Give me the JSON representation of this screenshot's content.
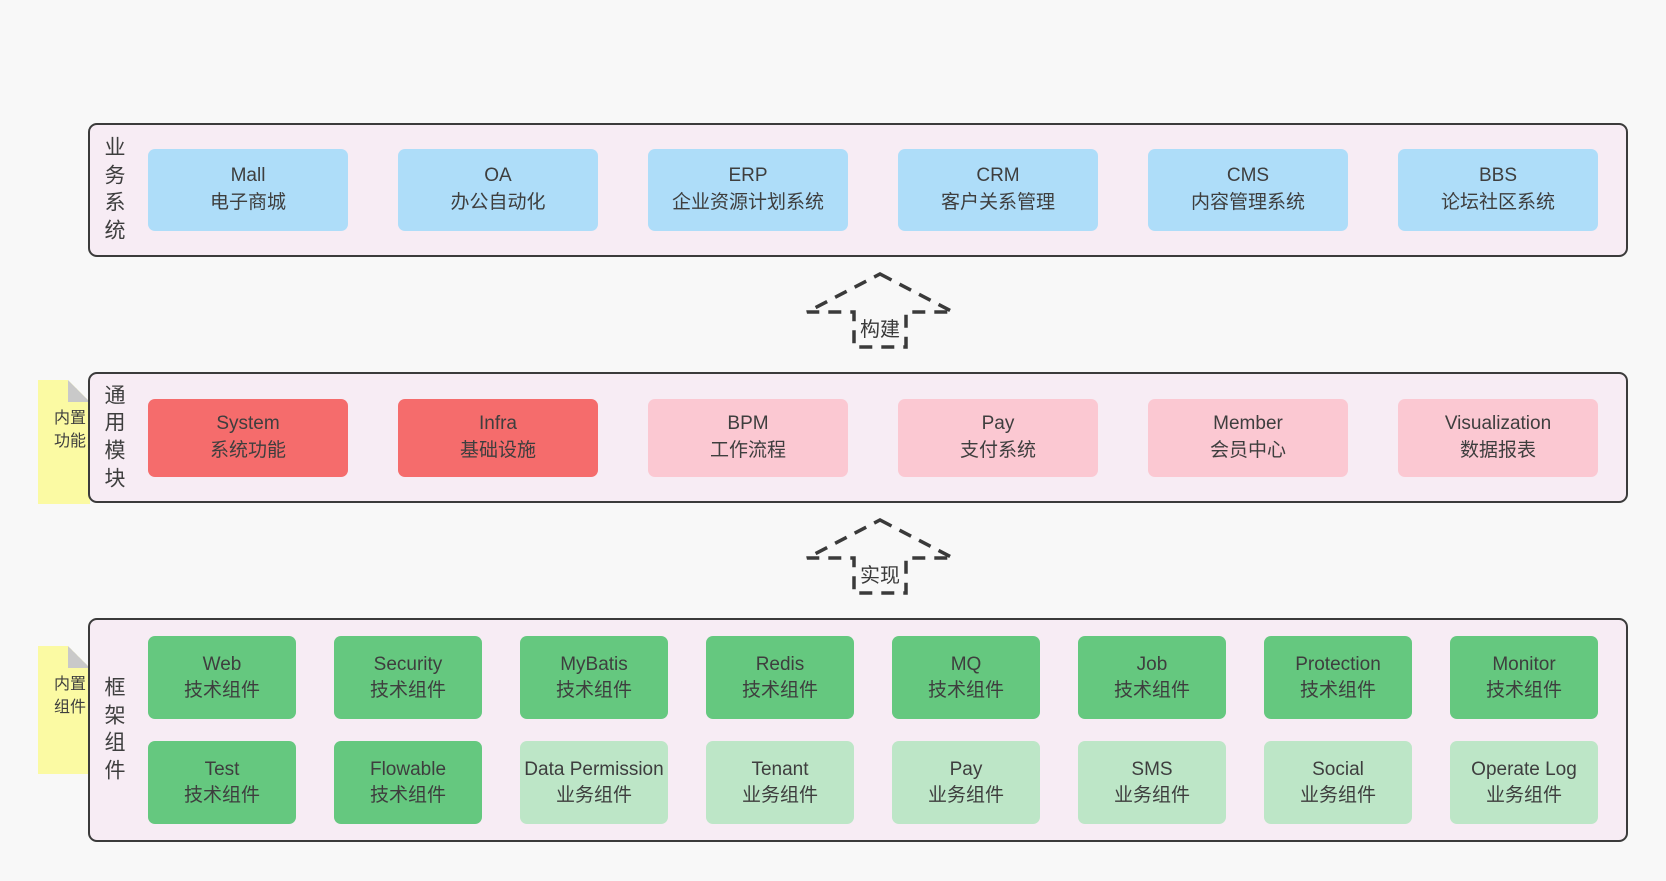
{
  "colors": {
    "page_bg": "#f8f8f8",
    "panel_bg": "#f7ecf4",
    "panel_border": "#3b3b3b",
    "blue_box": "#aeddf9",
    "red_box": "#f56c6c",
    "pink_box": "#fbc8d2",
    "green_box": "#65c87f",
    "light_green_box": "#bde6c7",
    "note_bg": "#fbfaa3",
    "note_fold": "#c9c9c9",
    "text": "#3e3e3e"
  },
  "business": {
    "label": "业务系统",
    "boxes": [
      {
        "title": "Mall",
        "subtitle": "电子商城"
      },
      {
        "title": "OA",
        "subtitle": "办公自动化"
      },
      {
        "title": "ERP",
        "subtitle": "企业资源计划系统"
      },
      {
        "title": "CRM",
        "subtitle": "客户关系管理"
      },
      {
        "title": "CMS",
        "subtitle": "内容管理系统"
      },
      {
        "title": "BBS",
        "subtitle": "论坛社区系统"
      }
    ]
  },
  "arrows": {
    "build": "构建",
    "implement": "实现"
  },
  "modules": {
    "label": "通用模块",
    "note": "内置功能",
    "boxes": [
      {
        "title": "System",
        "subtitle": "系统功能"
      },
      {
        "title": "Infra",
        "subtitle": "基础设施"
      },
      {
        "title": "BPM",
        "subtitle": "工作流程"
      },
      {
        "title": "Pay",
        "subtitle": "支付系统"
      },
      {
        "title": "Member",
        "subtitle": "会员中心"
      },
      {
        "title": "Visualization",
        "subtitle": "数据报表"
      }
    ]
  },
  "components": {
    "label": "框架组件",
    "note": "内置组件",
    "row1": [
      {
        "title": "Web",
        "subtitle": "技术组件"
      },
      {
        "title": "Security",
        "subtitle": "技术组件"
      },
      {
        "title": "MyBatis",
        "subtitle": "技术组件"
      },
      {
        "title": "Redis",
        "subtitle": "技术组件"
      },
      {
        "title": "MQ",
        "subtitle": "技术组件"
      },
      {
        "title": "Job",
        "subtitle": "技术组件"
      },
      {
        "title": "Protection",
        "subtitle": "技术组件"
      },
      {
        "title": "Monitor",
        "subtitle": "技术组件"
      }
    ],
    "row2": [
      {
        "title": "Test",
        "subtitle": "技术组件"
      },
      {
        "title": "Flowable",
        "subtitle": "技术组件"
      },
      {
        "title": "Data Permission",
        "subtitle": "业务组件"
      },
      {
        "title": "Tenant",
        "subtitle": "业务组件"
      },
      {
        "title": "Pay",
        "subtitle": "业务组件"
      },
      {
        "title": "SMS",
        "subtitle": "业务组件"
      },
      {
        "title": "Social",
        "subtitle": "业务组件"
      },
      {
        "title": "Operate Log",
        "subtitle": "业务组件"
      }
    ]
  }
}
